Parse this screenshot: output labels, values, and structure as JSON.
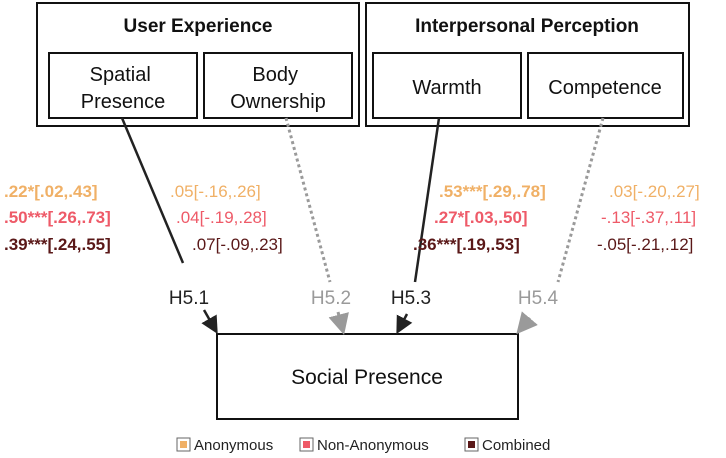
{
  "colors": {
    "anonymous": "#f0b066",
    "non_anonymous": "#ee5a68",
    "combined": "#5a1818",
    "significant_path": "#222222",
    "nonsignificant_path": "#9a9a9a"
  },
  "groups": {
    "user_experience": {
      "title": "User Experience",
      "boxes": [
        {
          "line1": "Spatial",
          "line2": "Presence"
        },
        {
          "line1": "Body",
          "line2": "Ownership"
        }
      ]
    },
    "interpersonal_perception": {
      "title": "Interpersonal Perception",
      "boxes": [
        {
          "line1": "Warmth"
        },
        {
          "line1": "Competence"
        }
      ]
    }
  },
  "outcome": {
    "label": "Social Presence"
  },
  "paths": [
    {
      "hypothesis": "H5.1",
      "significant": true,
      "stats": [
        {
          "condition": "anonymous",
          "text": ".22*[.02,.43]",
          "bold": true
        },
        {
          "condition": "non_anonymous",
          "text": ".50***[.26,.73]",
          "bold": true
        },
        {
          "condition": "combined",
          "text": ".39***[.24,.55]",
          "bold": true
        }
      ]
    },
    {
      "hypothesis": "H5.2",
      "significant": false,
      "stats": [
        {
          "condition": "anonymous",
          "text": ".05[-.16,.26]",
          "bold": false
        },
        {
          "condition": "non_anonymous",
          "text": ".04[-.19,.28]",
          "bold": false
        },
        {
          "condition": "combined",
          "text": ".07[-.09,.23]",
          "bold": false
        }
      ]
    },
    {
      "hypothesis": "H5.3",
      "significant": true,
      "stats": [
        {
          "condition": "anonymous",
          "text": ".53***[.29,.78]",
          "bold": true
        },
        {
          "condition": "non_anonymous",
          "text": ".27*[.03,.50]",
          "bold": true
        },
        {
          "condition": "combined",
          "text": ".36***[.19,.53]",
          "bold": true
        }
      ]
    },
    {
      "hypothesis": "H5.4",
      "significant": false,
      "stats": [
        {
          "condition": "anonymous",
          "text": ".03[-.20,.27]",
          "bold": false
        },
        {
          "condition": "non_anonymous",
          "text": "-.13[-.37,.11]",
          "bold": false
        },
        {
          "condition": "combined",
          "text": "-.05[-.21,.12]",
          "bold": false
        }
      ]
    }
  ],
  "legend": [
    {
      "key": "anonymous",
      "label": "Anonymous"
    },
    {
      "key": "non_anonymous",
      "label": "Non-Anonymous"
    },
    {
      "key": "combined",
      "label": "Combined"
    }
  ]
}
